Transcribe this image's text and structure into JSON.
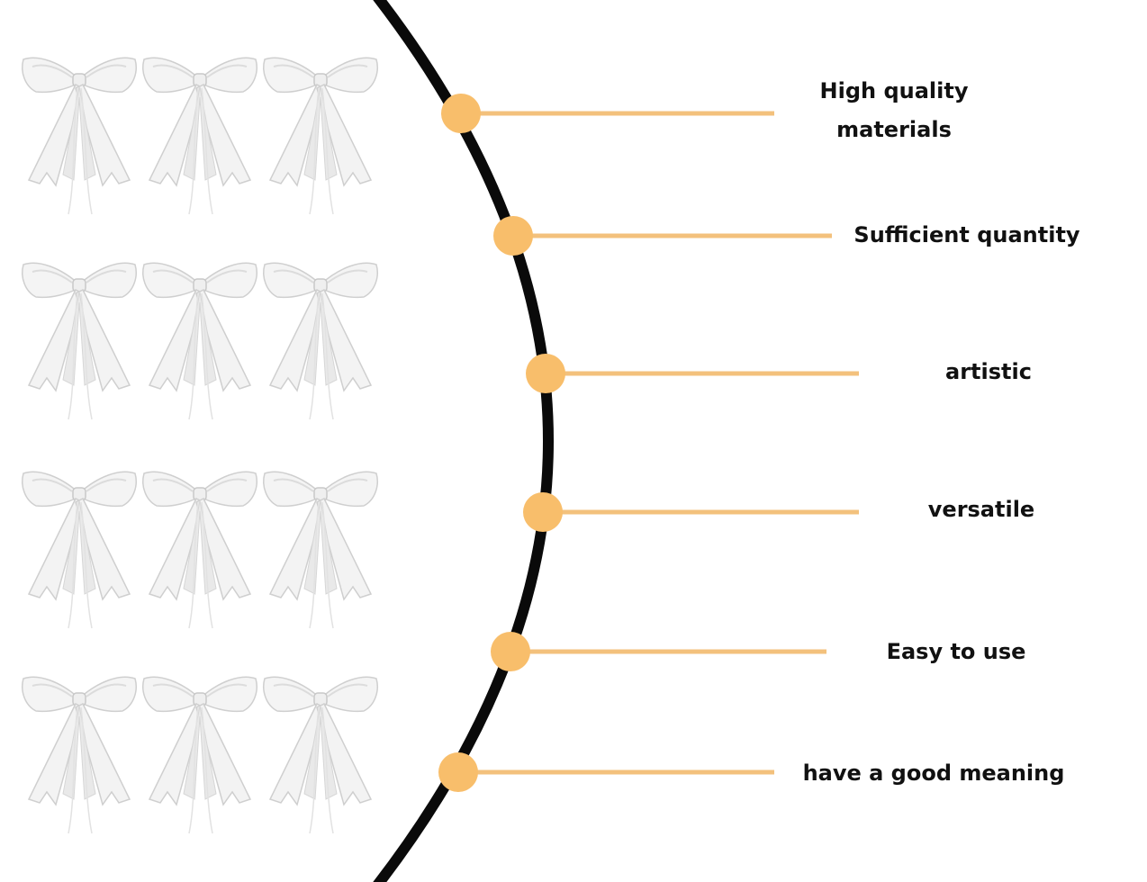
{
  "features": [
    {
      "label": "High quality materials"
    },
    {
      "label": "Sufficient quantity"
    },
    {
      "label": "artistic"
    },
    {
      "label": "versatile"
    },
    {
      "label": "Easy to use"
    },
    {
      "label": "have a good meaning"
    }
  ],
  "product": {
    "bow_count": 12,
    "rows": 4,
    "columns": 3,
    "bow_icon": "white-satin-bow"
  },
  "colors": {
    "arc": "#0a0a0a",
    "marker": "#f8be6b",
    "connector": "#f3c17c",
    "text": "#111111",
    "bow_fill": "#f2f2f2",
    "bow_outline": "#c9c9c9"
  }
}
